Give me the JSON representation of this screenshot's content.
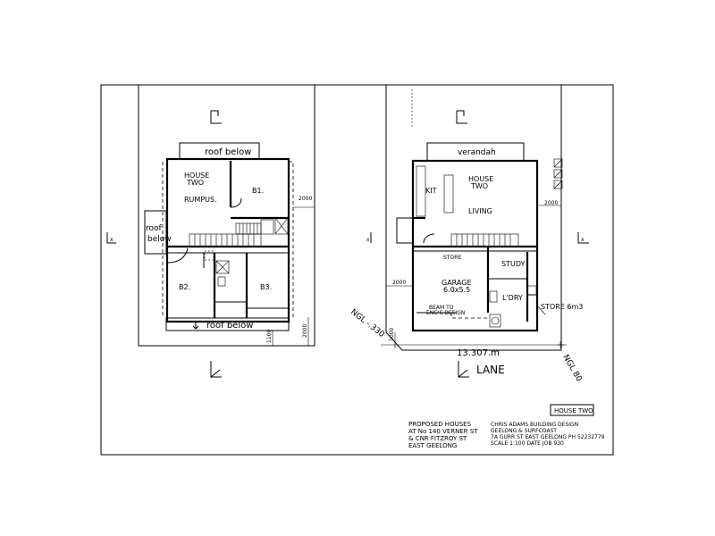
{
  "upper_floor": {
    "roof_below_top": "roof below",
    "roof_below_bottom": "roof below",
    "roof_below_side_line1": "roof",
    "roof_below_side_line2": "below",
    "house_line1": "HOUSE",
    "house_line2": "TWO",
    "rumpus": "RUMPUS.",
    "b1": "B1.",
    "b2": "B2.",
    "b3": "B3.",
    "dim_2000": "2000",
    "dim_1100": "1100",
    "dim_2000_bottom": "2000"
  },
  "ground_floor": {
    "verandah": "verandah",
    "kit": "KIT",
    "house_line1": "HOUSE",
    "house_line2": "TWO",
    "living": "LIVING",
    "store_small": "STORE",
    "study": "STUDY",
    "garage": "GARAGE",
    "garage_size": "6.0x5.5",
    "ldry": "L'DRY",
    "store_6m3": "STORE 6m3",
    "beam_line1": "BEAM TO",
    "beam_line2": "ENG'S DESIGN",
    "dim_2000_right": "2000",
    "dim_2000_left": "2000",
    "dim_1000": "1000",
    "frontage": "13.307.m",
    "lane": "LANE",
    "ngl_left": "NGL -.330",
    "ngl_right": "NGL 80"
  },
  "title_block": {
    "house_label": "HOUSE TWO",
    "project_lines": [
      "PROPOSED HOUSES",
      "AT No 140 VERNER ST",
      "& CNR FITZROY ST",
      "EAST GEELONG"
    ],
    "designer_lines": [
      "CHRIS ADAMS BUILDING DESIGN",
      "GEELONG & SURFCOAST",
      "7A GURR ST EAST GEELONG PH 52232779",
      "SCALE 1:100   DATE       JOB 930"
    ]
  }
}
